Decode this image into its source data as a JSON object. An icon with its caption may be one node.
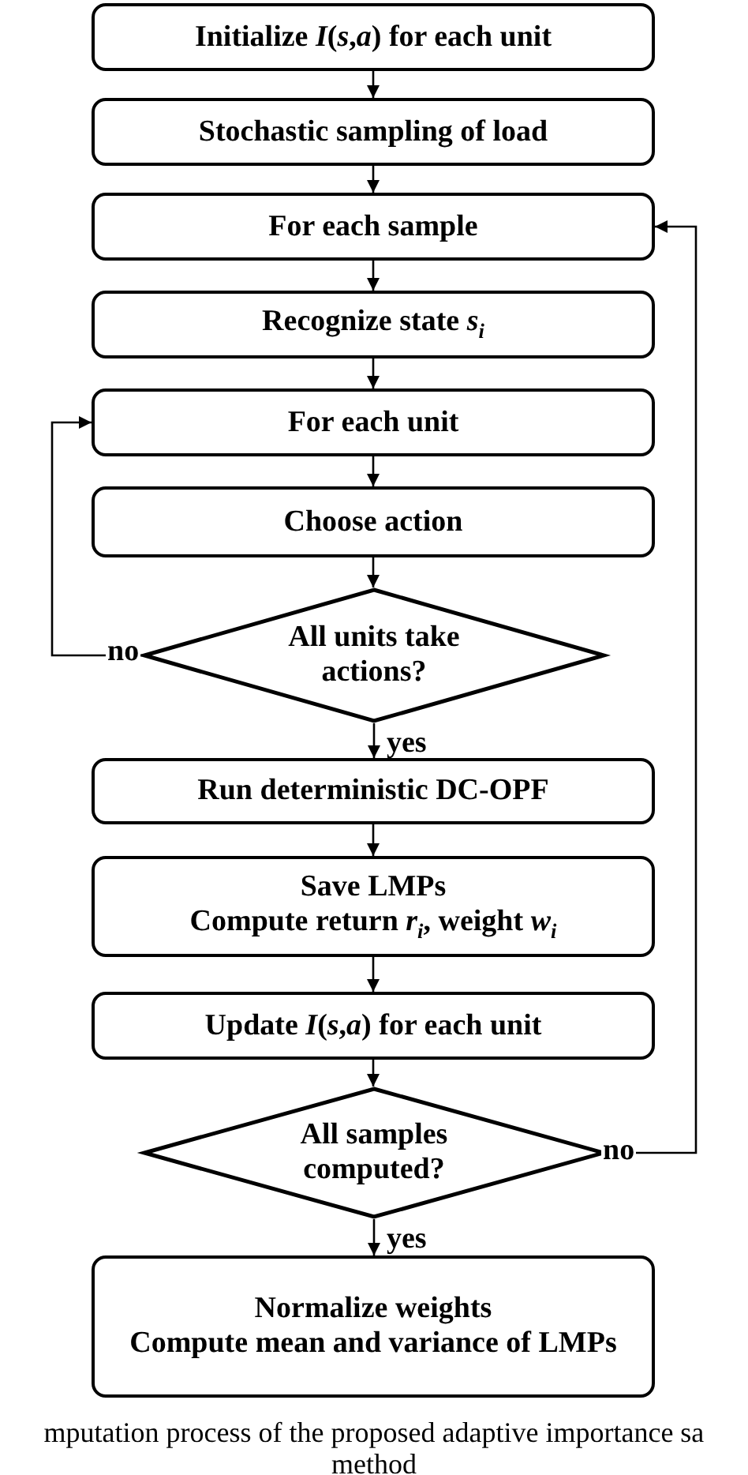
{
  "diagram": {
    "caption": "mputation process of the proposed adaptive importance sa method",
    "nodes": [
      {
        "text": [
          "Initialize *I*(*s*,*a*)  for each unit"
        ]
      },
      {
        "text": [
          "Stochastic sampling of load"
        ]
      },
      {
        "text": [
          "For each sample"
        ]
      },
      {
        "text": [
          "Recognize state *s*$_{i}$"
        ]
      },
      {
        "text": [
          "For each unit"
        ]
      },
      {
        "text": [
          "Choose action"
        ]
      },
      {
        "text": [
          "All units take actions?"
        ]
      },
      {
        "text": [
          "Run deterministic DC-OPF"
        ]
      },
      {
        "text": [
          "Save LMPs",
          "Compute return *r*$_{i}$, weight *w*$_{i}$"
        ]
      },
      {
        "text": [
          "Update *I*(*s*,*a*)  for each unit"
        ]
      },
      {
        "text": [
          "All samples computed?"
        ]
      },
      {
        "text": [
          "Normalize weights",
          "Compute mean and variance of LMPs"
        ]
      }
    ],
    "edges": [
      {
        "from": 0,
        "to": 1,
        "arrow": "to"
      },
      {
        "from": 1,
        "to": 2,
        "arrow": "to"
      },
      {
        "from": 2,
        "to": 3,
        "arrow": "to"
      },
      {
        "from": 3,
        "to": 4,
        "arrow": "to"
      },
      {
        "from": 4,
        "to": 5,
        "arrow": "to"
      },
      {
        "from": 5,
        "to": 6,
        "arrow": "to"
      },
      {
        "from": 6,
        "to": 4,
        "arrow": "to",
        "label": "no"
      },
      {
        "from": 6,
        "to": 7,
        "arrow": "to",
        "label": "yes"
      },
      {
        "from": 7,
        "to": 8,
        "arrow": "to"
      },
      {
        "from": 8,
        "to": 9,
        "arrow": "to"
      },
      {
        "from": 9,
        "to": 10,
        "arrow": "to"
      },
      {
        "from": 10,
        "to": 2,
        "arrow": "to",
        "label": "no"
      },
      {
        "from": 10,
        "to": 11,
        "arrow": "to",
        "label": "yes"
      }
    ]
  }
}
